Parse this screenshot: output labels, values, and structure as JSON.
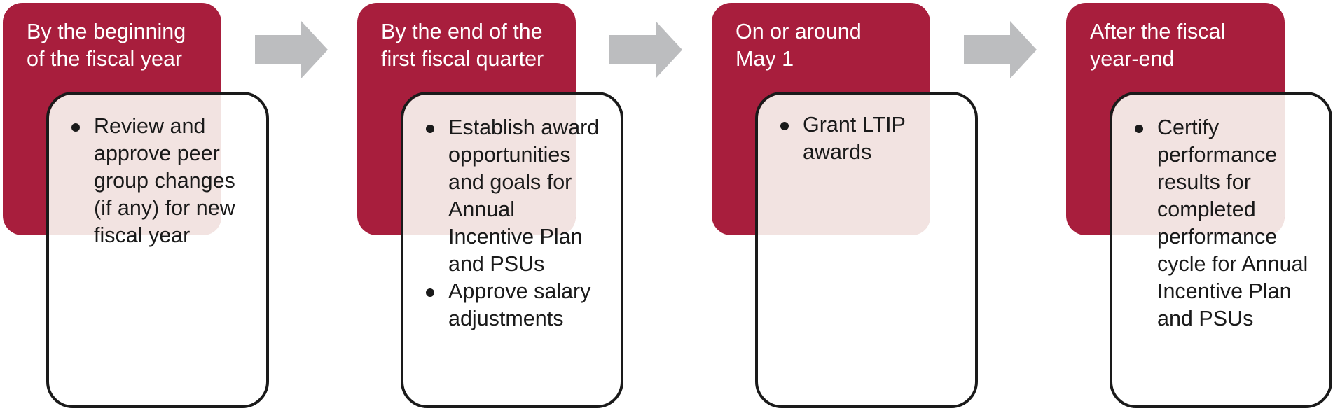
{
  "colors": {
    "header_fill": "#a81e3d",
    "header_text": "#ffffff",
    "box_tint": "#f2e3e1",
    "box_border": "#1a1a1a",
    "arrow_fill": "#bcbdbf"
  },
  "stages": [
    {
      "header_lines": [
        "By the beginning",
        "of the fiscal year"
      ],
      "bullets": [
        [
          "Review and",
          "approve peer",
          "group changes",
          "(if any) for new",
          "fiscal year"
        ]
      ]
    },
    {
      "header_lines": [
        "By the end of the",
        "first fiscal quarter"
      ],
      "bullets": [
        [
          "Establish award",
          "opportunities",
          "and goals for",
          "Annual",
          "Incentive Plan",
          "and PSUs"
        ],
        [
          "Approve salary",
          "adjustments"
        ]
      ]
    },
    {
      "header_lines": [
        "On or around",
        "May 1"
      ],
      "bullets": [
        [
          "Grant LTIP",
          "awards"
        ]
      ]
    },
    {
      "header_lines": [
        "After the fiscal",
        "year-end"
      ],
      "bullets": [
        [
          "Certify",
          "performance",
          "results for",
          "completed",
          "performance",
          "cycle for Annual",
          "Incentive Plan",
          "and PSUs"
        ]
      ]
    }
  ],
  "arrow_icon": "right-arrow-icon"
}
